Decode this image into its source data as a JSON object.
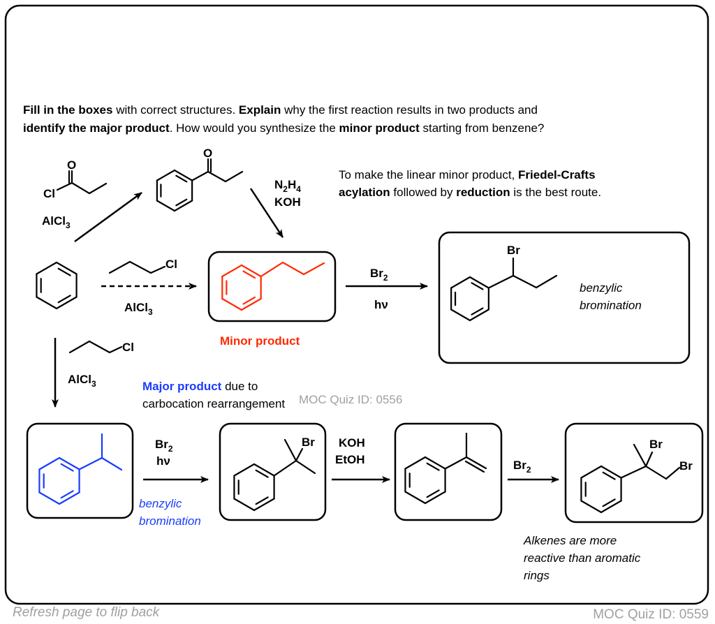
{
  "colors": {
    "minor": "#ff2a00",
    "major": "#1a3cff",
    "watermark": "#a0a0a0"
  },
  "question": {
    "l1_b1": "Fill in the boxes",
    "l1_t1": " with correct structures. ",
    "l1_b2": "Explain",
    "l1_t2": " why the first reaction results in two products and",
    "l2_b1": "identify the major product",
    "l2_t1": ". How would you synthesize the ",
    "l2_b2": "minor product",
    "l2_t2": " starting from benzene?"
  },
  "reagents": {
    "acyl_cl": "Cl",
    "acyl_o": "O",
    "alcl3_a": "AlCl",
    "alcl3_sub": "3",
    "n2h4_n": "N",
    "n2h4_2": "2",
    "n2h4_h": "H",
    "n2h4_4": "4",
    "koh": "KOH",
    "propyl_cl": "Cl",
    "br2": "Br",
    "br2_sub": "2",
    "hv": "hν",
    "etoh": "EtOH",
    "br": "Br"
  },
  "notes": {
    "route_l1_t": "To make the linear minor product, ",
    "route_l1_b": "Friedel-Crafts",
    "route_l2_b1": "acylation",
    "route_l2_t1": " followed by ",
    "route_l2_b2": "reduction",
    "route_l2_t2": " is the best route.",
    "minor_label": "Minor product",
    "major_b": "Major product",
    "major_t": " due to",
    "major_l2": "carbocation rearrangement",
    "benzylic": "benzylic",
    "bromination": "bromination",
    "alkenes_l1": "Alkenes are more",
    "alkenes_l2": "reactive than aromatic",
    "alkenes_l3": "rings"
  },
  "watermark_inner": "MOC Quiz ID: 0556",
  "footer": {
    "flip": "Refresh page to flip back",
    "quiz_id": "MOC Quiz ID: 0559"
  }
}
